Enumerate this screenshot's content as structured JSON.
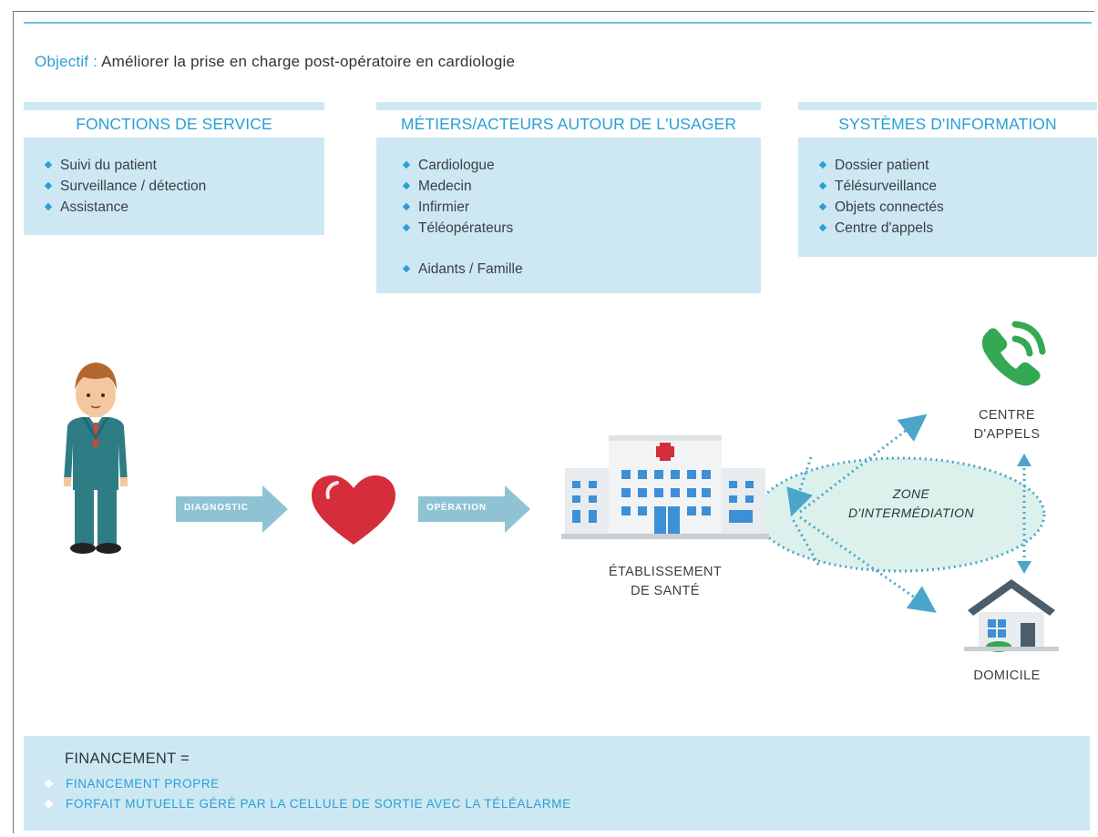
{
  "objective": {
    "label": "Objectif :",
    "text": "Améliorer la prise en charge post-opératoire en cardiologie"
  },
  "boxes": {
    "service": {
      "title": "FONCTIONS DE SERVICE",
      "items": [
        "Suivi du patient",
        "Surveillance / détection",
        "Assistance"
      ]
    },
    "actors": {
      "title": "MÉTIERS/ACTEURS AUTOUR DE L'USAGER",
      "items": [
        "Cardiologue",
        "Medecin",
        "Infirmier",
        "Téléopérateurs",
        "Aidants / Famille"
      ]
    },
    "systems": {
      "title": "SYSTÈMES D'INFORMATION",
      "items": [
        "Dossier patient",
        "Télésurveillance",
        "Objets connectés",
        "Centre d'appels"
      ]
    }
  },
  "flow": {
    "diagnostic_label": "DIAGNOSTIC",
    "operation_label": "OPÉRATION",
    "etablissement_line1": "ÉTABLISSEMENT",
    "etablissement_line2": "DE SANTÉ",
    "zone_line1": "ZONE",
    "zone_line2": "D'INTERMÉDIATION",
    "centre_line1": "CENTRE",
    "centre_line2": "D'APPELS",
    "domicile_label": "DOMICILE"
  },
  "financement": {
    "title": "FINANCEMENT =",
    "items": [
      "FINANCEMENT PROPRE",
      "FORFAIT MUTUELLE GÉRÉ PAR LA CELLULE DE SORTIE AVEC LA TÉLÉALARME"
    ]
  },
  "colors": {
    "accent_blue": "#2a9fd6",
    "box_fill": "#cde8f3",
    "arrow_fill": "#8fc3d4",
    "phone_green": "#35a853",
    "heart_red": "#d62d3a",
    "ellipse_fill": "#dcf0ec"
  },
  "icons": [
    "person-icon",
    "heart-icon",
    "hospital-icon",
    "phone-icon",
    "house-icon"
  ]
}
